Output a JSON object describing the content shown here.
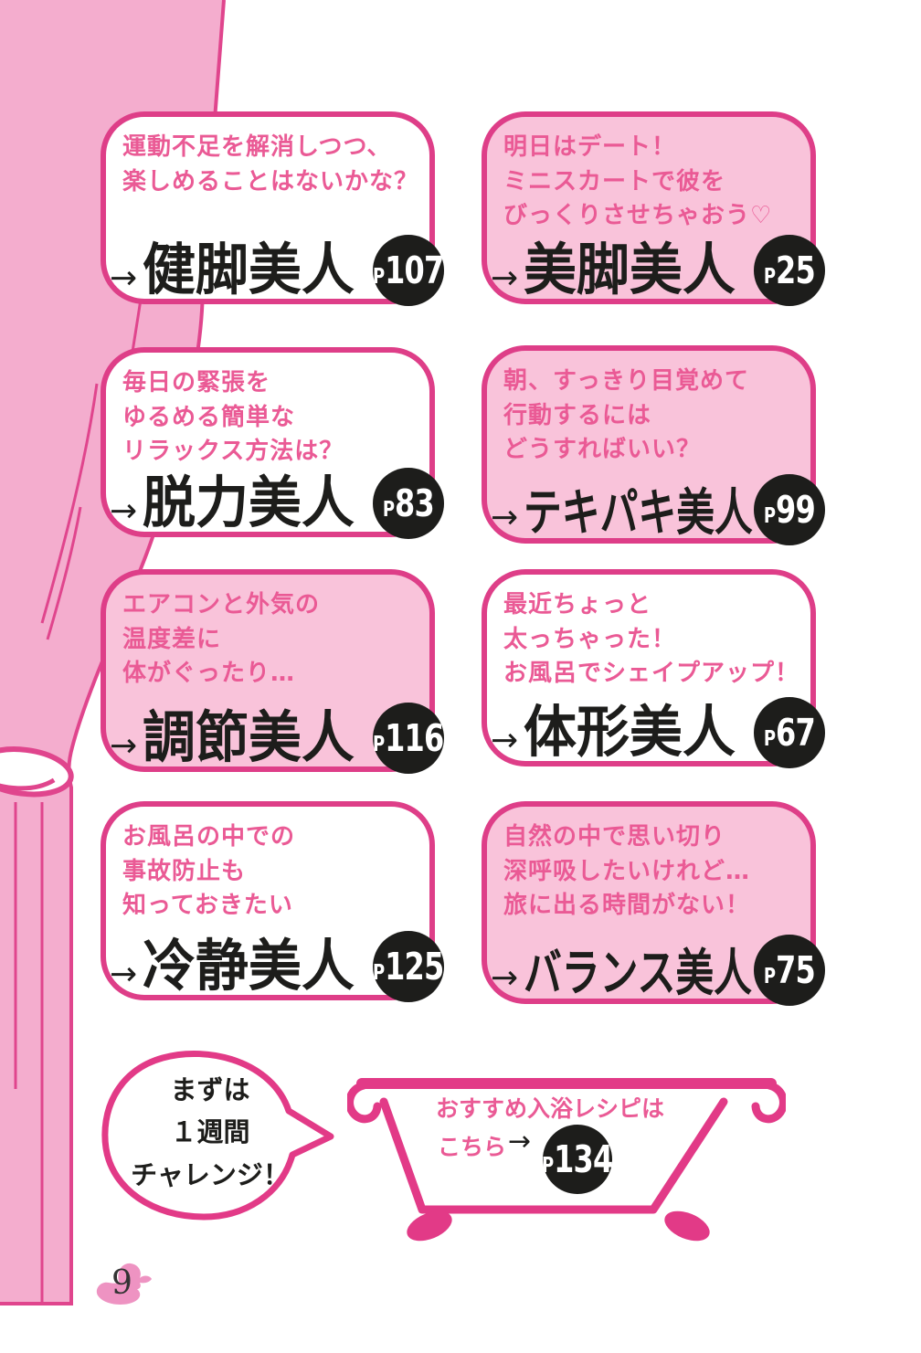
{
  "glyphs": {
    "arrow": "→"
  },
  "boxes": [
    {
      "question": "運動不足を解消しつつ、\n楽しめることはないかな？",
      "title": "健脚美人",
      "page_prefix": "P",
      "page_number": "107"
    },
    {
      "question": "明日はデート！\nミニスカートで彼を\nびっくりさせちゃおう♡",
      "title": "美脚美人",
      "page_prefix": "P",
      "page_number": "25"
    },
    {
      "question": "毎日の緊張を\nゆるめる簡単な\nリラックス方法は？",
      "title": "脱力美人",
      "page_prefix": "P",
      "page_number": "83"
    },
    {
      "question": "朝、すっきり目覚めて\n行動するには\nどうすればいい？",
      "title": "テキパキ美人",
      "page_prefix": "P",
      "page_number": "99"
    },
    {
      "question": "エアコンと外気の\n温度差に\n体がぐったり…",
      "title": "調節美人",
      "page_prefix": "P",
      "page_number": "116"
    },
    {
      "question": "最近ちょっと\n太っちゃった！\nお風呂でシェイプアップ！",
      "title": "体形美人",
      "page_prefix": "P",
      "page_number": "67"
    },
    {
      "question": "お風呂の中での\n事故防止も\n知っておきたい",
      "title": "冷静美人",
      "page_prefix": "P",
      "page_number": "125"
    },
    {
      "question": "自然の中で思い切り\n深呼吸したいけれど…\n旅に出る時間がない！",
      "title": "バランス美人",
      "page_prefix": "P",
      "page_number": "75"
    }
  ],
  "bubble": {
    "line1": "まずは",
    "line2": "１週間",
    "line3": "チャレンジ！"
  },
  "bathtub": {
    "line1": "おすすめ入浴レシピは",
    "line2": "こちら",
    "arrow": "→",
    "page_prefix": "P",
    "page_number": "134"
  },
  "footer": {
    "page_number": "9"
  },
  "colors": {
    "accent_pink": "#DE3E88",
    "text_pink": "#EA5A95",
    "panel_pink": "#F9C3DA",
    "curtain_pink": "#F4ADCE",
    "badge_black": "#1D1D1B"
  }
}
